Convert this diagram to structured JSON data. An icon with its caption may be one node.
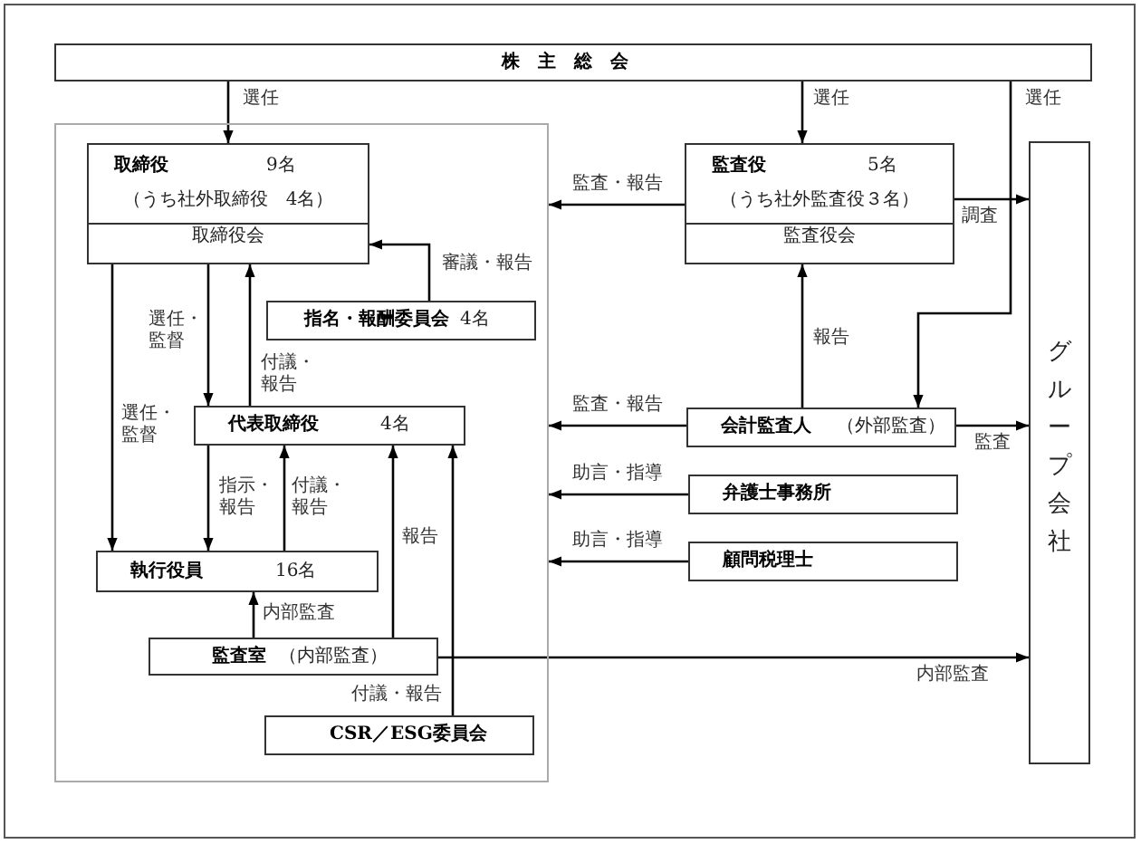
{
  "diagram": {
    "nodes": [
      {
        "text": [
          "株主総会"
        ]
      },
      {
        "text": [],
        "shape": "box"
      },
      {
        "text": [
          "取締役",
          "9名",
          "（うち社外取締役　4名）",
          "取締役会"
        ],
        "in": 1
      },
      {
        "text": [
          "指名・報酬委員会",
          "4名"
        ],
        "in": 1
      },
      {
        "text": [
          "代表取締役",
          "4名"
        ],
        "in": 1
      },
      {
        "text": [
          "執行役員",
          "16名"
        ],
        "in": 1
      },
      {
        "text": [
          "監査室",
          "（内部監査）"
        ],
        "in": 1
      },
      {
        "text": [
          "CSR／ESG委員会"
        ],
        "in": 1
      },
      {
        "text": [
          "監査役",
          "5名",
          "（うち社外監査役３名）",
          "監査役会"
        ]
      },
      {
        "text": [
          "会計監査人",
          "（外部監査）"
        ]
      },
      {
        "text": [
          "弁護士事務所"
        ]
      },
      {
        "text": [
          "顧問税理士"
        ]
      },
      {
        "text": [
          "グループ会社"
        ]
      }
    ],
    "edges": [
      {
        "from": 0,
        "to": 2,
        "arrow": "to",
        "label": "選任"
      },
      {
        "from": 0,
        "to": 8,
        "arrow": "to",
        "label": "選任"
      },
      {
        "from": 0,
        "to": 9,
        "arrow": "to",
        "label": "選任"
      },
      {
        "from": 8,
        "to": 1,
        "arrow": "to",
        "label": "監査・報告"
      },
      {
        "from": 9,
        "to": 1,
        "arrow": "to",
        "label": "監査・報告"
      },
      {
        "from": 10,
        "to": 1,
        "arrow": "to",
        "label": "助言・指導"
      },
      {
        "from": 11,
        "to": 1,
        "arrow": "to",
        "label": "助言・指導"
      },
      {
        "from": 8,
        "to": 12,
        "arrow": "to",
        "label": "調査"
      },
      {
        "from": 9,
        "to": 12,
        "arrow": "to",
        "label": "監査"
      },
      {
        "from": 9,
        "to": 8,
        "arrow": "to",
        "label": "報告"
      },
      {
        "from": 3,
        "to": 2,
        "arrow": "to",
        "label": "審議・報告"
      },
      {
        "from": 2,
        "to": 4,
        "arrow": "to",
        "label": "選任・監督"
      },
      {
        "from": 4,
        "to": 2,
        "arrow": "to",
        "label": "付議・報告"
      },
      {
        "from": 2,
        "to": 5,
        "arrow": "to",
        "label": "選任・監督"
      },
      {
        "from": 4,
        "to": 5,
        "arrow": "to",
        "label": "指示・報告"
      },
      {
        "from": 5,
        "to": 4,
        "arrow": "to",
        "label": "付議・報告"
      },
      {
        "from": 6,
        "to": 5,
        "arrow": "to",
        "label": "内部監査"
      },
      {
        "from": 6,
        "to": 4,
        "arrow": "to",
        "label": "報告"
      },
      {
        "from": 7,
        "to": 4,
        "arrow": "to",
        "label": "付議・報告"
      },
      {
        "from": 6,
        "to": 12,
        "arrow": "to",
        "label": "内部監査"
      }
    ]
  }
}
